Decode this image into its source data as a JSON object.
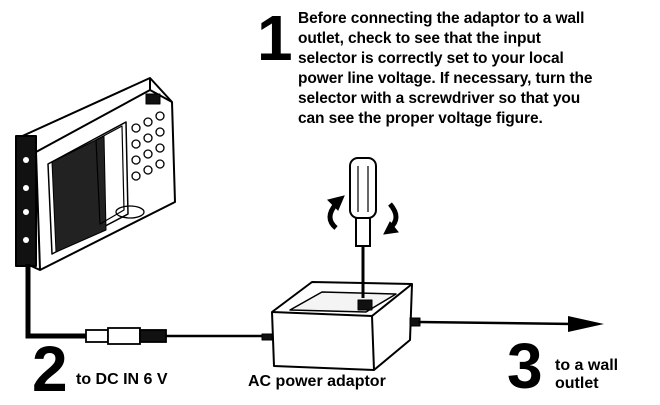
{
  "steps": {
    "step1": {
      "number": "1",
      "lines": [
        "Before connecting the adaptor to a wall",
        "outlet, check to see that the input",
        "selector is correctly set to your local",
        "power line voltage. If necessary, turn the",
        "selector with a screwdriver so that you",
        "can see the proper voltage figure."
      ]
    },
    "step2": {
      "number": "2",
      "label": "to DC IN 6 V"
    },
    "step3": {
      "number": "3",
      "lines": [
        "to a wall",
        "outlet"
      ]
    }
  },
  "adaptor_label": "AC power adaptor",
  "icons": [
    "radio-device-icon",
    "screwdriver-icon",
    "rotation-arrows-icon",
    "ac-adaptor-icon",
    "dc-plug-icon",
    "arrow-right-icon"
  ]
}
